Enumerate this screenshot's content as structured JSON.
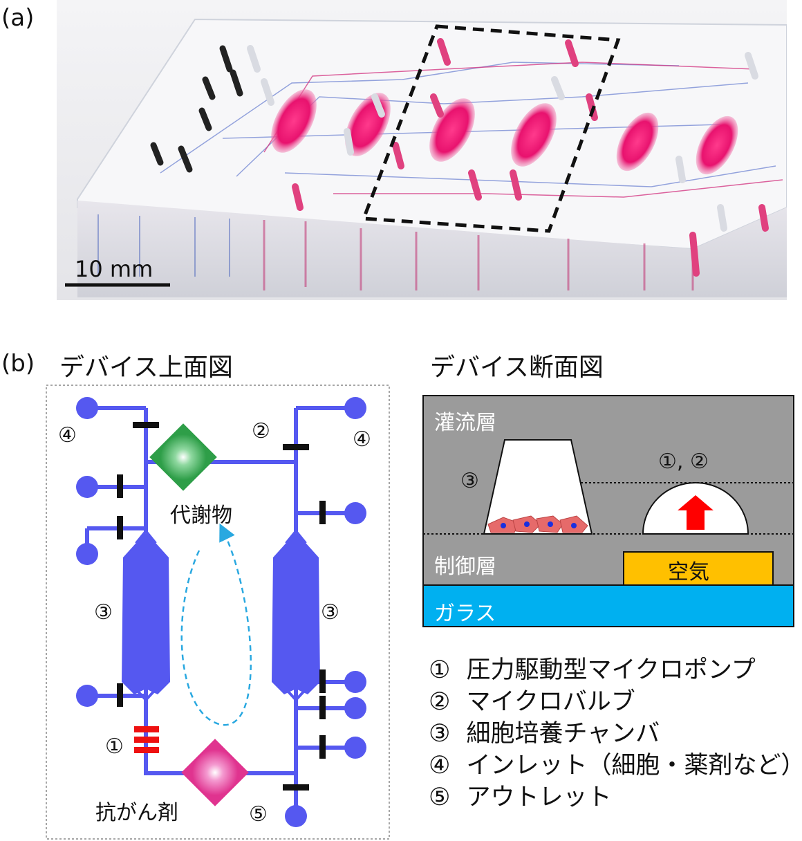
{
  "panel_a": {
    "label": "(a)",
    "scale_bar": "10 mm"
  },
  "panel_b": {
    "label": "(b)",
    "top_view_title": "デバイス上面図",
    "cross_section_title": "デバイス断面図",
    "top_view": {
      "labels": {
        "inlet_left": "④",
        "inlet_right": "④",
        "valve_label": "②",
        "pump_label": "①",
        "chamber_left": "③",
        "chamber_right": "③",
        "outlet": "⑤",
        "metabolite": "代謝物",
        "anticancer": "抗がん剤"
      }
    },
    "cross_section": {
      "perfusion_layer": "灌流層",
      "control_layer": "制御層",
      "glass": "ガラス",
      "air": "空気",
      "chamber_marker": "③",
      "pump_valve_marker": "①, ②"
    },
    "legend": [
      {
        "mark": "①",
        "text": "圧力駆動型マイクロポンプ"
      },
      {
        "mark": "②",
        "text": "マイクロバルブ"
      },
      {
        "mark": "③",
        "text": "細胞培養チャンバ"
      },
      {
        "mark": "④",
        "text": "インレット（細胞・薬剤など）"
      },
      {
        "mark": "⑤",
        "text": "アウトレット"
      }
    ]
  },
  "colors": {
    "channel": "#5558f0",
    "valve": "#111111",
    "pump": "#ee1111",
    "metabolite_node": "#2e9e48",
    "drug_node": "#e0338f",
    "layer_gray": "#9b9b9b",
    "glass": "#00b0f0",
    "air": "#ffc000"
  }
}
